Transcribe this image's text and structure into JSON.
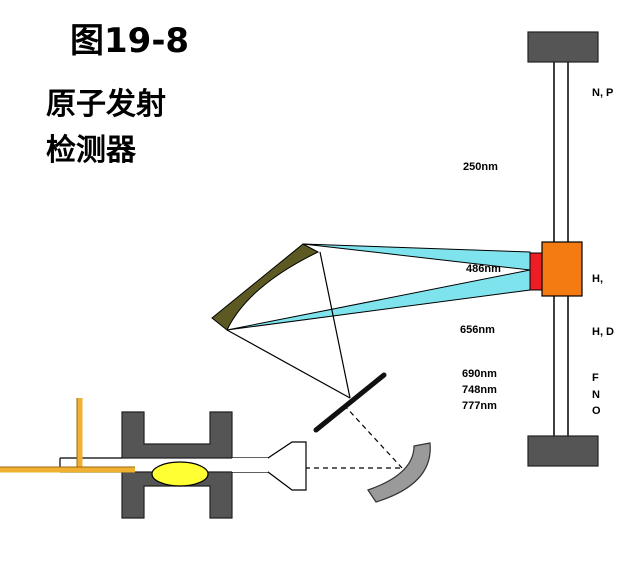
{
  "title": {
    "figure_no": "图19-8",
    "line1": "原子发射",
    "line2": "检测器"
  },
  "wavelengths": [
    "250nm",
    "486nm",
    "656nm",
    "690nm",
    "748nm",
    "777nm"
  ],
  "elements": [
    "N, P",
    "H,",
    "H, D",
    "F",
    "N",
    "O"
  ],
  "colors": {
    "beam": "#7fe3ee",
    "mirror": "#5c5a22",
    "detector": "#f47a12",
    "detector_edge": "#ee1c24",
    "plasma": "#ffff33",
    "gas_line": "#f0b030",
    "dark_gray": "#555555",
    "grating_arc": "#9a9a9a"
  }
}
